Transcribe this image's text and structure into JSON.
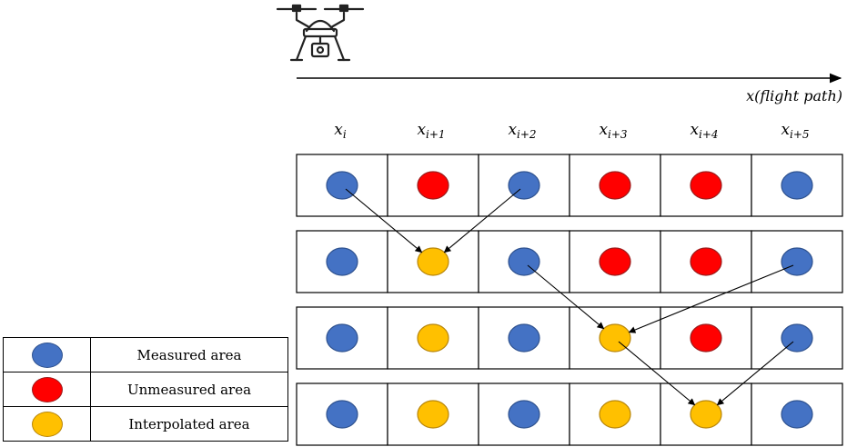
{
  "axis": {
    "label": "x(flight path)"
  },
  "columns": [
    {
      "base": "x",
      "sub": "i"
    },
    {
      "base": "x",
      "sub": "i+1"
    },
    {
      "base": "x",
      "sub": "i+2"
    },
    {
      "base": "x",
      "sub": "i+3"
    },
    {
      "base": "x",
      "sub": "i+4"
    },
    {
      "base": "x",
      "sub": "i+5"
    }
  ],
  "colors": {
    "measured": "#4472c4",
    "unmeasured": "#ff0000",
    "interpolated": "#ffc000",
    "measured_stroke": "#2f528f",
    "unmeasured_stroke": "#9c1c1c",
    "interpolated_stroke": "#b8860b"
  },
  "rows": [
    [
      "measured",
      "unmeasured",
      "measured",
      "unmeasured",
      "unmeasured",
      "measured"
    ],
    [
      "measured",
      "interpolated",
      "measured",
      "unmeasured",
      "unmeasured",
      "measured"
    ],
    [
      "measured",
      "interpolated",
      "measured",
      "interpolated",
      "unmeasured",
      "measured"
    ],
    [
      "measured",
      "interpolated",
      "measured",
      "interpolated",
      "interpolated",
      "measured"
    ]
  ],
  "arrows": [
    {
      "from": [
        0,
        0
      ],
      "to": [
        1,
        1
      ]
    },
    {
      "from": [
        0,
        2
      ],
      "to": [
        1,
        1
      ]
    },
    {
      "from": [
        1,
        2
      ],
      "to": [
        2,
        3
      ]
    },
    {
      "from": [
        1,
        5
      ],
      "to": [
        2,
        3
      ]
    },
    {
      "from": [
        2,
        3
      ],
      "to": [
        3,
        4
      ]
    },
    {
      "from": [
        2,
        5
      ],
      "to": [
        3,
        4
      ]
    }
  ],
  "legend": [
    {
      "status": "measured",
      "label": "Measured area"
    },
    {
      "status": "unmeasured",
      "label": "Unmeasured area"
    },
    {
      "status": "interpolated",
      "label": "Interpolated area"
    }
  ]
}
